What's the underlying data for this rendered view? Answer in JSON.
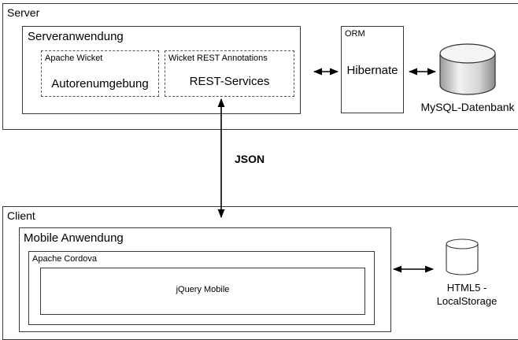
{
  "server": {
    "title": "Server",
    "app": {
      "title": "Serveranwendung",
      "wicket": {
        "label": "Apache Wicket",
        "text": "Autorenumgebung"
      },
      "rest": {
        "label": "Wicket REST Annotations",
        "text": "REST-Services"
      }
    },
    "orm": {
      "label": "ORM",
      "text": "Hibernate"
    },
    "database": {
      "label": "MySQL-Datenbank"
    }
  },
  "connection": {
    "label": "JSON"
  },
  "client": {
    "title": "Client",
    "app": {
      "title": "Mobile Anwendung",
      "cordova": {
        "label": "Apache Cordova",
        "inner": "jQuery Mobile"
      }
    },
    "storage": {
      "line1": "HTML5 -",
      "line2": "LocalStorage"
    }
  }
}
